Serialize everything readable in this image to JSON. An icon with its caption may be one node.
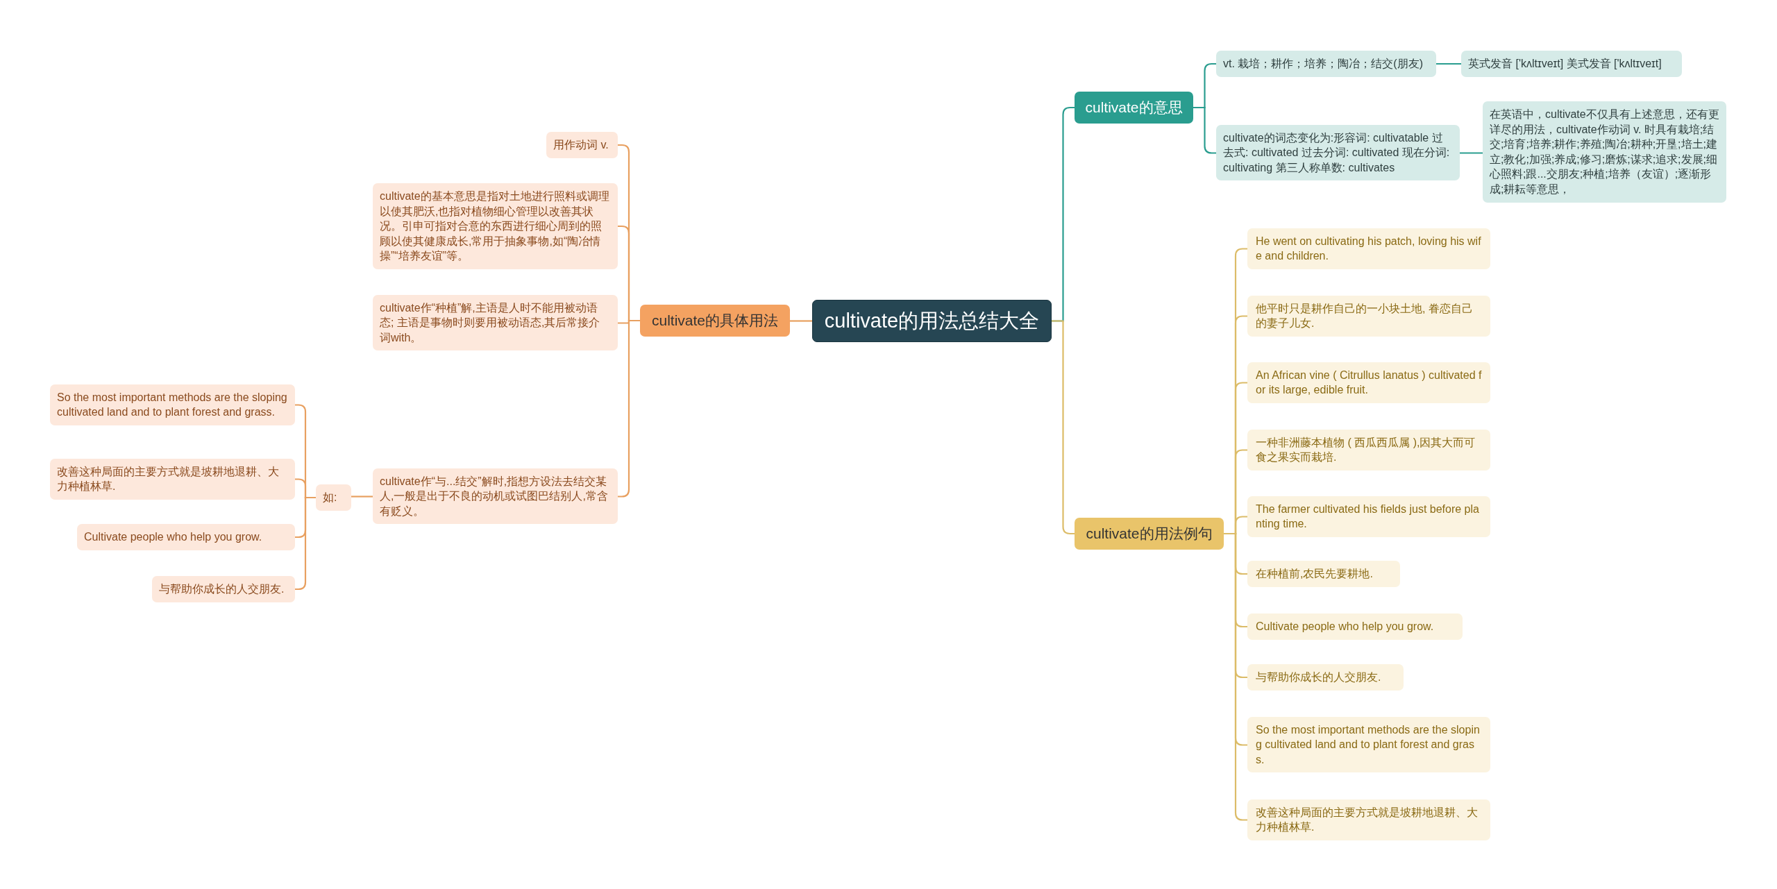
{
  "diagram": {
    "nodes": [
      {
        "text": [
          "cultivate的用法总结大全"
        ]
      },
      {
        "text": [
          "cultivate的意思"
        ]
      },
      {
        "text": [
          "vt. 栽培；耕作；培养；陶冶；结交(朋友)"
        ]
      },
      {
        "text": [
          "英式发音 ['kʌltɪveɪt] 美式发音 ['kʌltɪveɪt]"
        ]
      },
      {
        "text": [
          "cultivate的词态变化为:形容词: cultivatable 过去式: cultivated 过去分词: cultivated 现在分词: cultivating 第三人称单数: cultivates"
        ]
      },
      {
        "text": [
          "在英语中，cultivate不仅具有上述意思，还有更详尽的用法，cultivate作动词 v. 时具有栽培;结交;培育;培养;耕作;养殖;陶冶;耕种;开垦;培土;建立;教化;加强;养成;修习;磨炼;谋求;追求;发展;细心照料;跟...交朋友;种植;培养（友谊）;逐渐形成;耕耘等意思，"
        ]
      },
      {
        "text": [
          "cultivate的用法例句"
        ]
      },
      {
        "text": [
          "He went on cultivating his patch, loving his wife and children."
        ]
      },
      {
        "text": [
          "他平时只是耕作自己的一小块土地, 眷恋自己的妻子儿女."
        ]
      },
      {
        "text": [
          "An African vine ( Citrullus lanatus ) cultivated for its large, edible fruit."
        ]
      },
      {
        "text": [
          "一种非洲藤本植物 ( 西瓜西瓜属 ),因其大而可食之果实而栽培."
        ]
      },
      {
        "text": [
          "The farmer cultivated his fields just before planting time."
        ]
      },
      {
        "text": [
          "在种植前,农民先要耕地."
        ]
      },
      {
        "text": [
          "Cultivate people who help you grow."
        ]
      },
      {
        "text": [
          "与帮助你成长的人交朋友."
        ]
      },
      {
        "text": [
          "So the most important methods are the sloping cultivated land and to plant forest and grass."
        ]
      },
      {
        "text": [
          "改善这种局面的主要方式就是坡耕地退耕、大力种植林草."
        ]
      },
      {
        "text": [
          "cultivate的具体用法"
        ]
      },
      {
        "text": [
          "用作动词 v."
        ]
      },
      {
        "text": [
          "cultivate的基本意思是指对土地进行照料或调理以使其肥沃,也指对植物细心管理以改善其状况。引申可指对合意的东西进行细心周到的照顾以使其健康成长,常用于抽象事物,如“陶冶情操”“培养友谊”等。"
        ]
      },
      {
        "text": [
          "cultivate作“种植”解,主语是人时不能用被动语态; 主语是事物时则要用被动语态,其后常接介词with。"
        ]
      },
      {
        "text": [
          "cultivate作“与...结交”解时,指想方设法去结交某人,一般是出于不良的动机或试图巴结别人,常含有贬义。"
        ]
      },
      {
        "text": [
          "如:"
        ]
      },
      {
        "text": [
          "So the most important methods are the sloping cultivated land and to plant forest and grass."
        ]
      },
      {
        "text": [
          "改善这种局面的主要方式就是坡耕地退耕、大力种植林草."
        ]
      },
      {
        "text": [
          "Cultivate people who help you grow."
        ]
      },
      {
        "text": [
          "与帮助你成长的人交朋友."
        ]
      }
    ],
    "edges": [
      {
        "from": 0,
        "to": 1,
        "arrow": "none",
        "color": "#2a9d8f"
      },
      {
        "from": 1,
        "to": 2,
        "arrow": "none",
        "color": "#2a9d8f"
      },
      {
        "from": 2,
        "to": 3,
        "arrow": "none",
        "color": "#2a9d8f"
      },
      {
        "from": 1,
        "to": 4,
        "arrow": "none",
        "color": "#2a9d8f"
      },
      {
        "from": 4,
        "to": 5,
        "arrow": "none",
        "color": "#2a9d8f"
      },
      {
        "from": 0,
        "to": 6,
        "arrow": "none"
      },
      {
        "from": 6,
        "to": 7,
        "arrow": "none"
      },
      {
        "from": 6,
        "to": 8,
        "arrow": "none"
      },
      {
        "from": 6,
        "to": 9,
        "arrow": "none"
      },
      {
        "from": 6,
        "to": 10,
        "arrow": "none"
      },
      {
        "from": 6,
        "to": 11,
        "arrow": "none"
      },
      {
        "from": 6,
        "to": 12,
        "arrow": "none"
      },
      {
        "from": 6,
        "to": 13,
        "arrow": "none"
      },
      {
        "from": 6,
        "to": 14,
        "arrow": "none"
      },
      {
        "from": 6,
        "to": 15,
        "arrow": "none"
      },
      {
        "from": 6,
        "to": 16,
        "arrow": "none"
      },
      {
        "from": 0,
        "to": 17,
        "arrow": "none"
      },
      {
        "from": 17,
        "to": 18,
        "arrow": "none"
      },
      {
        "from": 17,
        "to": 19,
        "arrow": "none"
      },
      {
        "from": 17,
        "to": 20,
        "arrow": "none"
      },
      {
        "from": 17,
        "to": 21,
        "arrow": "none"
      },
      {
        "from": 21,
        "to": 22,
        "arrow": "none"
      },
      {
        "from": 22,
        "to": 23,
        "arrow": "none"
      },
      {
        "from": 22,
        "to": 24,
        "arrow": "none"
      },
      {
        "from": 22,
        "to": 25,
        "arrow": "none"
      },
      {
        "from": 22,
        "to": 26,
        "arrow": "none"
      }
    ]
  }
}
